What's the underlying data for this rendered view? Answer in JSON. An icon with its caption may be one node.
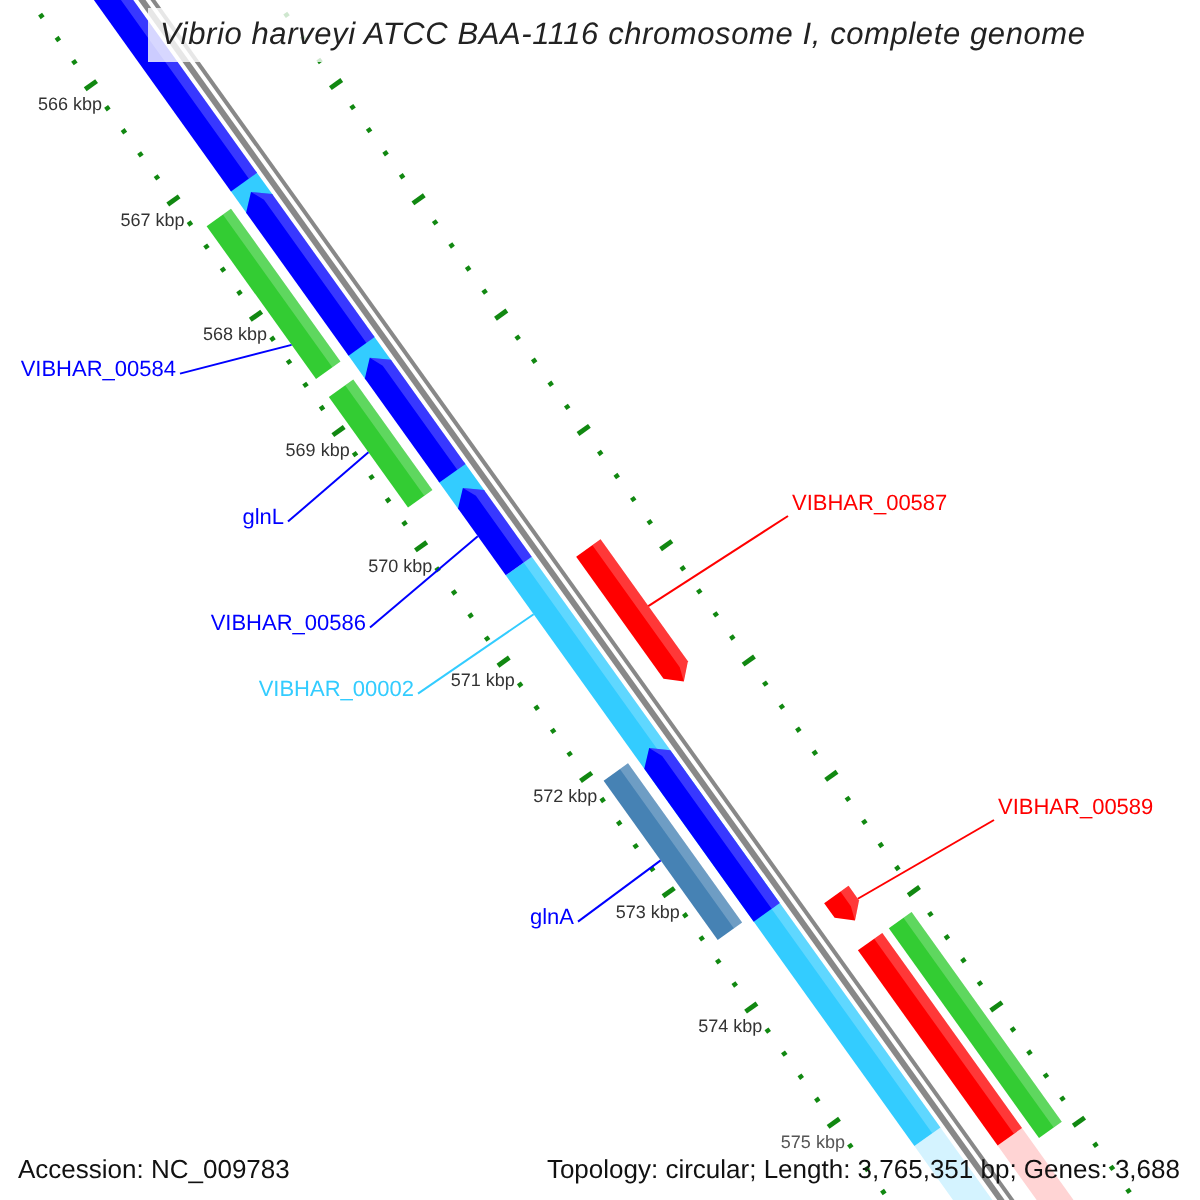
{
  "diagram": {
    "title": "Vibrio harveyi ATCC BAA-1116 chromosome I, complete genome",
    "nodes": [
      {
        "text": [
          "VIBHAR_00584"
        ]
      },
      {
        "text": [],
        "shape": "bar"
      },
      {
        "text": [
          "glnL"
        ]
      },
      {
        "text": [],
        "shape": "bar"
      },
      {
        "text": [
          "VIBHAR_00586"
        ]
      },
      {
        "text": [],
        "shape": "bar"
      },
      {
        "text": [
          "VIBHAR_00002"
        ]
      },
      {
        "text": [],
        "shape": "bar"
      },
      {
        "text": [
          "VIBHAR_00587"
        ]
      },
      {
        "text": [],
        "shape": "bar"
      },
      {
        "text": [
          "glnA"
        ]
      },
      {
        "text": [],
        "shape": "bar"
      },
      {
        "text": [
          "VIBHAR_00589"
        ]
      },
      {
        "text": [],
        "shape": "bar"
      },
      {
        "text": [],
        "shape": "bar"
      },
      {
        "text": [],
        "shape": "bar"
      },
      {
        "text": [],
        "shape": "bar"
      },
      {
        "text": [],
        "shape": "bar",
        "in": 7
      },
      {
        "text": [],
        "shape": "bar"
      },
      {
        "text": [],
        "shape": "bar"
      }
    ],
    "edges": [
      {
        "from": 0,
        "to": 1,
        "arrow": "none"
      },
      {
        "from": 2,
        "to": 3,
        "arrow": "none"
      },
      {
        "from": 4,
        "to": 5,
        "arrow": "none"
      },
      {
        "from": 6,
        "to": 7,
        "arrow": "none",
        "color": "#33ccff"
      },
      {
        "from": 8,
        "to": 9,
        "arrow": "none",
        "color": "#ff0000"
      },
      {
        "from": 10,
        "to": 11,
        "arrow": "none"
      },
      {
        "from": 12,
        "to": 13,
        "arrow": "none",
        "color": "#ff0000"
      }
    ],
    "labels": [
      "566 kbp",
      "567 kbp",
      "568 kbp",
      "569 kbp",
      "570 kbp",
      "571 kbp",
      "572 kbp",
      "573 kbp",
      "574 kbp",
      "575 kbp",
      "Accession: NC_009783",
      "Topology: circular; Length: 3,765,351 bp; Genes: 3,688"
    ]
  }
}
